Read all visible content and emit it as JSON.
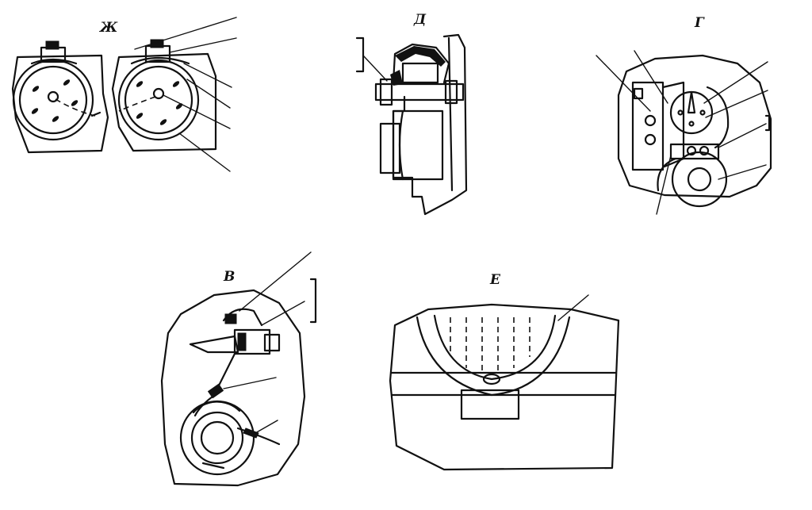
{
  "views": {
    "zh": {
      "label": "Ж"
    },
    "d": {
      "label": "Д"
    },
    "g": {
      "label": "Г"
    },
    "v": {
      "label": "В"
    },
    "e": {
      "label": "Е"
    }
  },
  "colors": {
    "ink": "#111111",
    "paper": "#ffffff"
  }
}
